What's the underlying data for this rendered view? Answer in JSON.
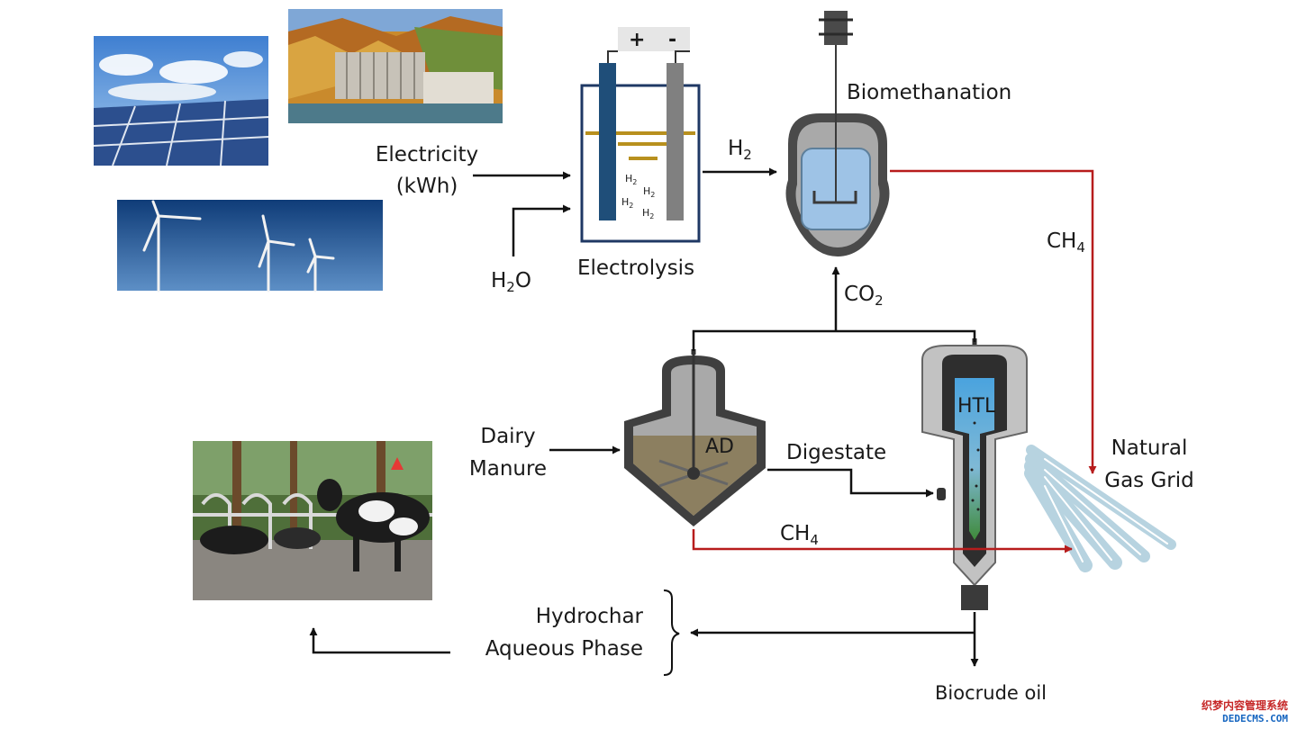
{
  "labels": {
    "electricity": "Electricity",
    "kwh": "(kWh)",
    "h2o": "H",
    "h2o_sub": "2",
    "h2o_tail": "O",
    "electrolysis": "Electrolysis",
    "h2": "H",
    "h2_sub": "2",
    "biomethanation": "Biomethanation",
    "ch4_top": "CH",
    "ch4_top_sub": "4",
    "co2": "CO",
    "co2_sub": "2",
    "dairy": "Dairy",
    "manure": "Manure",
    "ad": "AD",
    "digestate": "Digestate",
    "htl": "HTL",
    "ch4_bottom": "CH",
    "ch4_bottom_sub": "4",
    "natural": "Natural",
    "gas_grid": "Gas Grid",
    "hydrochar": "Hydrochar",
    "aqueous": "Aqueous Phase",
    "biocrude": "Biocrude oil",
    "plus": "+",
    "minus": "-",
    "bubble_h": "H",
    "bubble_sub": "2"
  },
  "watermark": {
    "line1": "织梦内容管理系统",
    "line2": "DEDECMS.COM"
  },
  "colors": {
    "red_line": "#b71c1c",
    "anode": "#1f4e79",
    "cathode": "#808080",
    "membrane": "#b8901e",
    "reactor_shell": "#3f3f3f",
    "reactor_fill": "#a9a9a9",
    "liquid_blue": "#9ec3e6",
    "ad_sludge": "#8c7f60",
    "pipe_blue": "#b7d3e0"
  },
  "icons": [
    "solar-panel-photo",
    "hydro-dam-photo",
    "wind-turbine-photo",
    "dairy-barn-photo",
    "natural-gas-pipes-icon"
  ]
}
